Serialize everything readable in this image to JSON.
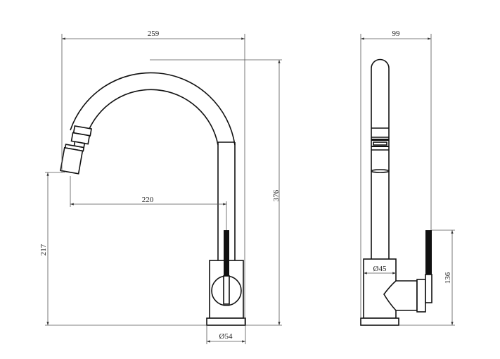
{
  "drawing": {
    "front_view": {
      "overall_width": "259",
      "overall_height": "376",
      "spout_reach": "220",
      "spout_height": "217",
      "base_diameter": "Ø54"
    },
    "side_view": {
      "overall_depth": "99",
      "body_diameter": "Ø45",
      "handle_height": "136"
    },
    "colors": {
      "line": "#111111",
      "dimension": "#555555"
    }
  }
}
